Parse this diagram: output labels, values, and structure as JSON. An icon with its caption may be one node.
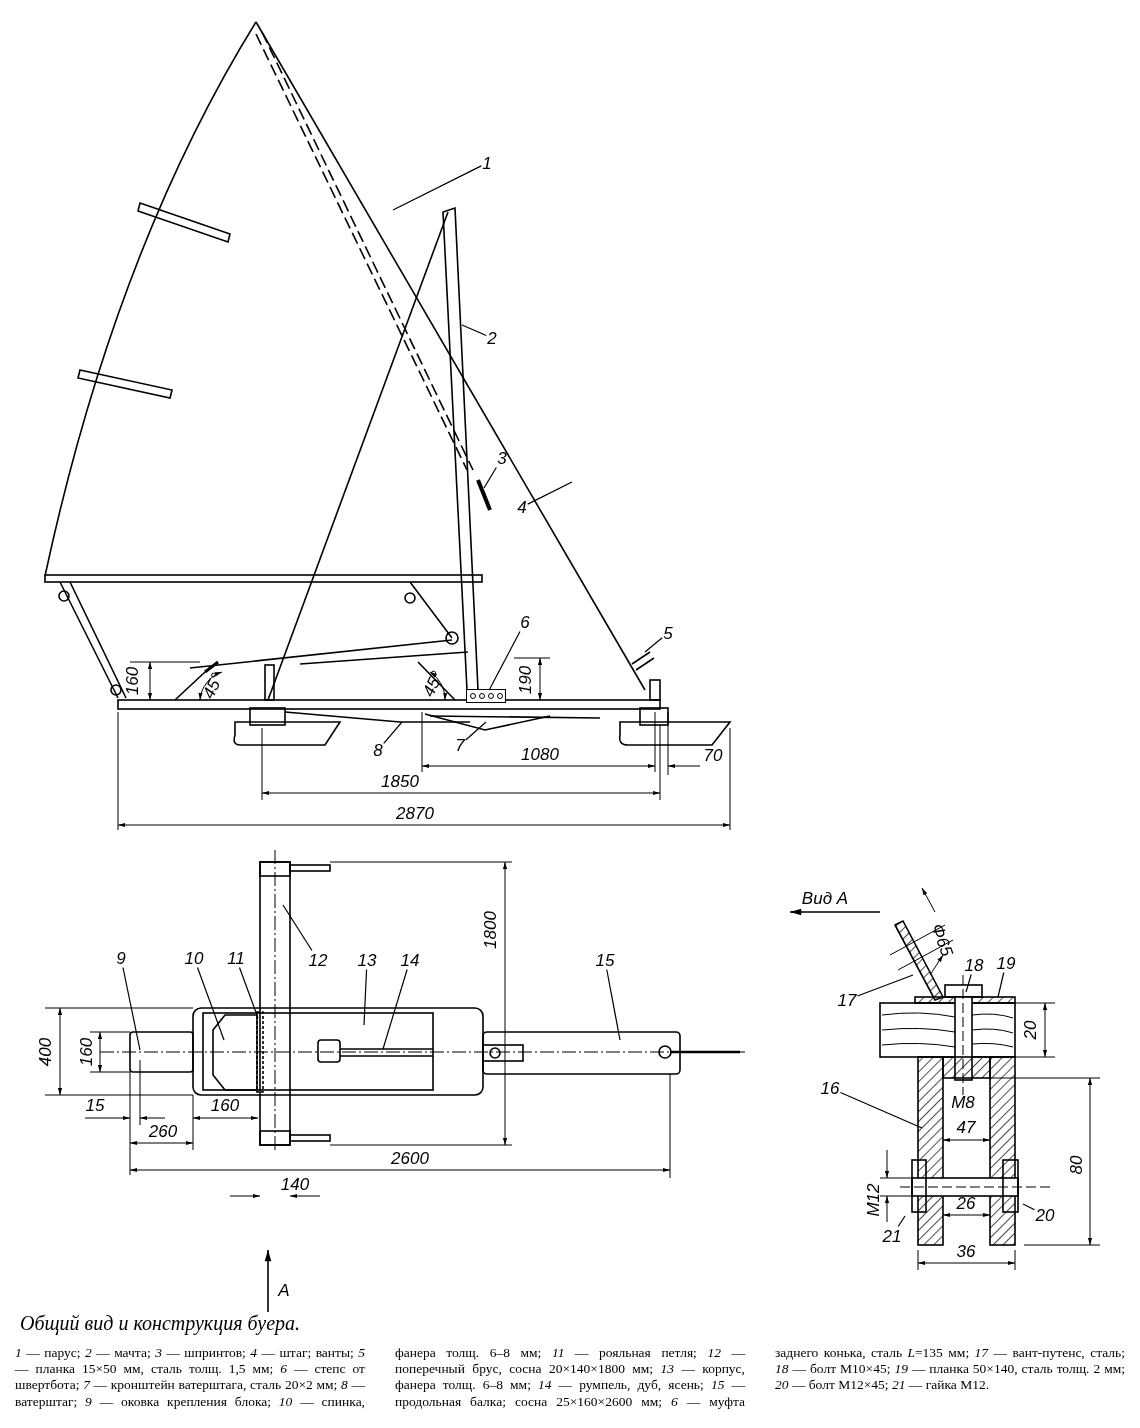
{
  "diagram": {
    "title": "Общий вид и конструкция буера.",
    "caption": "*1* — парус; *2* — мачта; *3* — шпринтов; *4* — штаг; ванты; *5* — планка 15×50 мм, сталь толщ. 1,5 мм; *6* — степс от швертбота; *7* — кронштейн ватерштага, сталь 20×2 мм; *8* — ватерштаг; *9* — оковка крепления блока; *10* — спинка, фанера толщ. 6–8 мм; *11* — рояльная петля; *12* — поперечный брус, сосна 20×140×1800 мм; *13* — корпус, фанера толщ. 6–8 мм; *14* — румпель, дуб, ясень; *15* — продольная балка; сосна 25×160×2600 мм; *6* — муфта заднего конька, сталь *L*=135 мм; *17* — вант-путенс, сталь; *18* — болт М10×45; *19* — планка 50×140, сталь толщ. 2 мм; *20* — болт М12×45; *21* — гайка М12.",
    "nodes": [
      {
        "text": [
          "1"
        ]
      },
      {
        "text": [
          "2"
        ]
      },
      {
        "text": [
          "3"
        ]
      },
      {
        "text": [
          "4"
        ]
      },
      {
        "text": [
          "5"
        ]
      },
      {
        "text": [
          "6"
        ]
      },
      {
        "text": [
          "7"
        ]
      },
      {
        "text": [
          "8"
        ]
      },
      {
        "text": [
          "9"
        ]
      },
      {
        "text": [
          "10"
        ]
      },
      {
        "text": [
          "11"
        ]
      },
      {
        "text": [
          "12"
        ]
      },
      {
        "text": [
          "13"
        ]
      },
      {
        "text": [
          "14"
        ]
      },
      {
        "text": [
          "15"
        ]
      },
      {
        "text": [
          "16"
        ]
      },
      {
        "text": [
          "17"
        ]
      },
      {
        "text": [
          "18"
        ]
      },
      {
        "text": [
          "19"
        ]
      },
      {
        "text": [
          "20"
        ]
      },
      {
        "text": [
          "21"
        ]
      },
      {
        "text": [],
        "shape": "box"
      }
    ],
    "edges": [
      {
        "from": 0,
        "to": null,
        "arrow": "none"
      },
      {
        "from": 1,
        "to": null,
        "arrow": "none"
      },
      {
        "from": 2,
        "to": null,
        "arrow": "none"
      },
      {
        "from": 3,
        "to": null,
        "arrow": "none"
      },
      {
        "from": 4,
        "to": null,
        "arrow": "none"
      },
      {
        "from": 5,
        "to": 21,
        "arrow": "none"
      },
      {
        "from": 6,
        "to": null,
        "arrow": "none"
      },
      {
        "from": 7,
        "to": null,
        "arrow": "none"
      },
      {
        "from": 8,
        "to": null,
        "arrow": "none"
      },
      {
        "from": 9,
        "to": null,
        "arrow": "none"
      },
      {
        "from": 10,
        "to": null,
        "arrow": "none"
      },
      {
        "from": 11,
        "to": null,
        "arrow": "none"
      },
      {
        "from": 12,
        "to": null,
        "arrow": "none"
      },
      {
        "from": 13,
        "to": null,
        "arrow": "none"
      },
      {
        "from": 14,
        "to": null,
        "arrow": "none"
      },
      {
        "from": 15,
        "to": null,
        "arrow": "none"
      },
      {
        "from": 16,
        "to": null,
        "arrow": "none"
      },
      {
        "from": 17,
        "to": null,
        "arrow": "none"
      },
      {
        "from": 18,
        "to": null,
        "arrow": "none"
      },
      {
        "from": 19,
        "to": null,
        "arrow": "none"
      },
      {
        "from": 20,
        "to": null,
        "arrow": "none"
      }
    ],
    "labels": [
      "160",
      "45°",
      "45°",
      "190",
      "1080",
      "70",
      "1850",
      "2870",
      "1800",
      "400",
      "160",
      "15",
      "160",
      "260",
      "2600",
      "140",
      "А",
      "Вид А",
      "Φ65",
      "20",
      "M8",
      "47",
      "80",
      "M12",
      "26",
      "36"
    ]
  }
}
